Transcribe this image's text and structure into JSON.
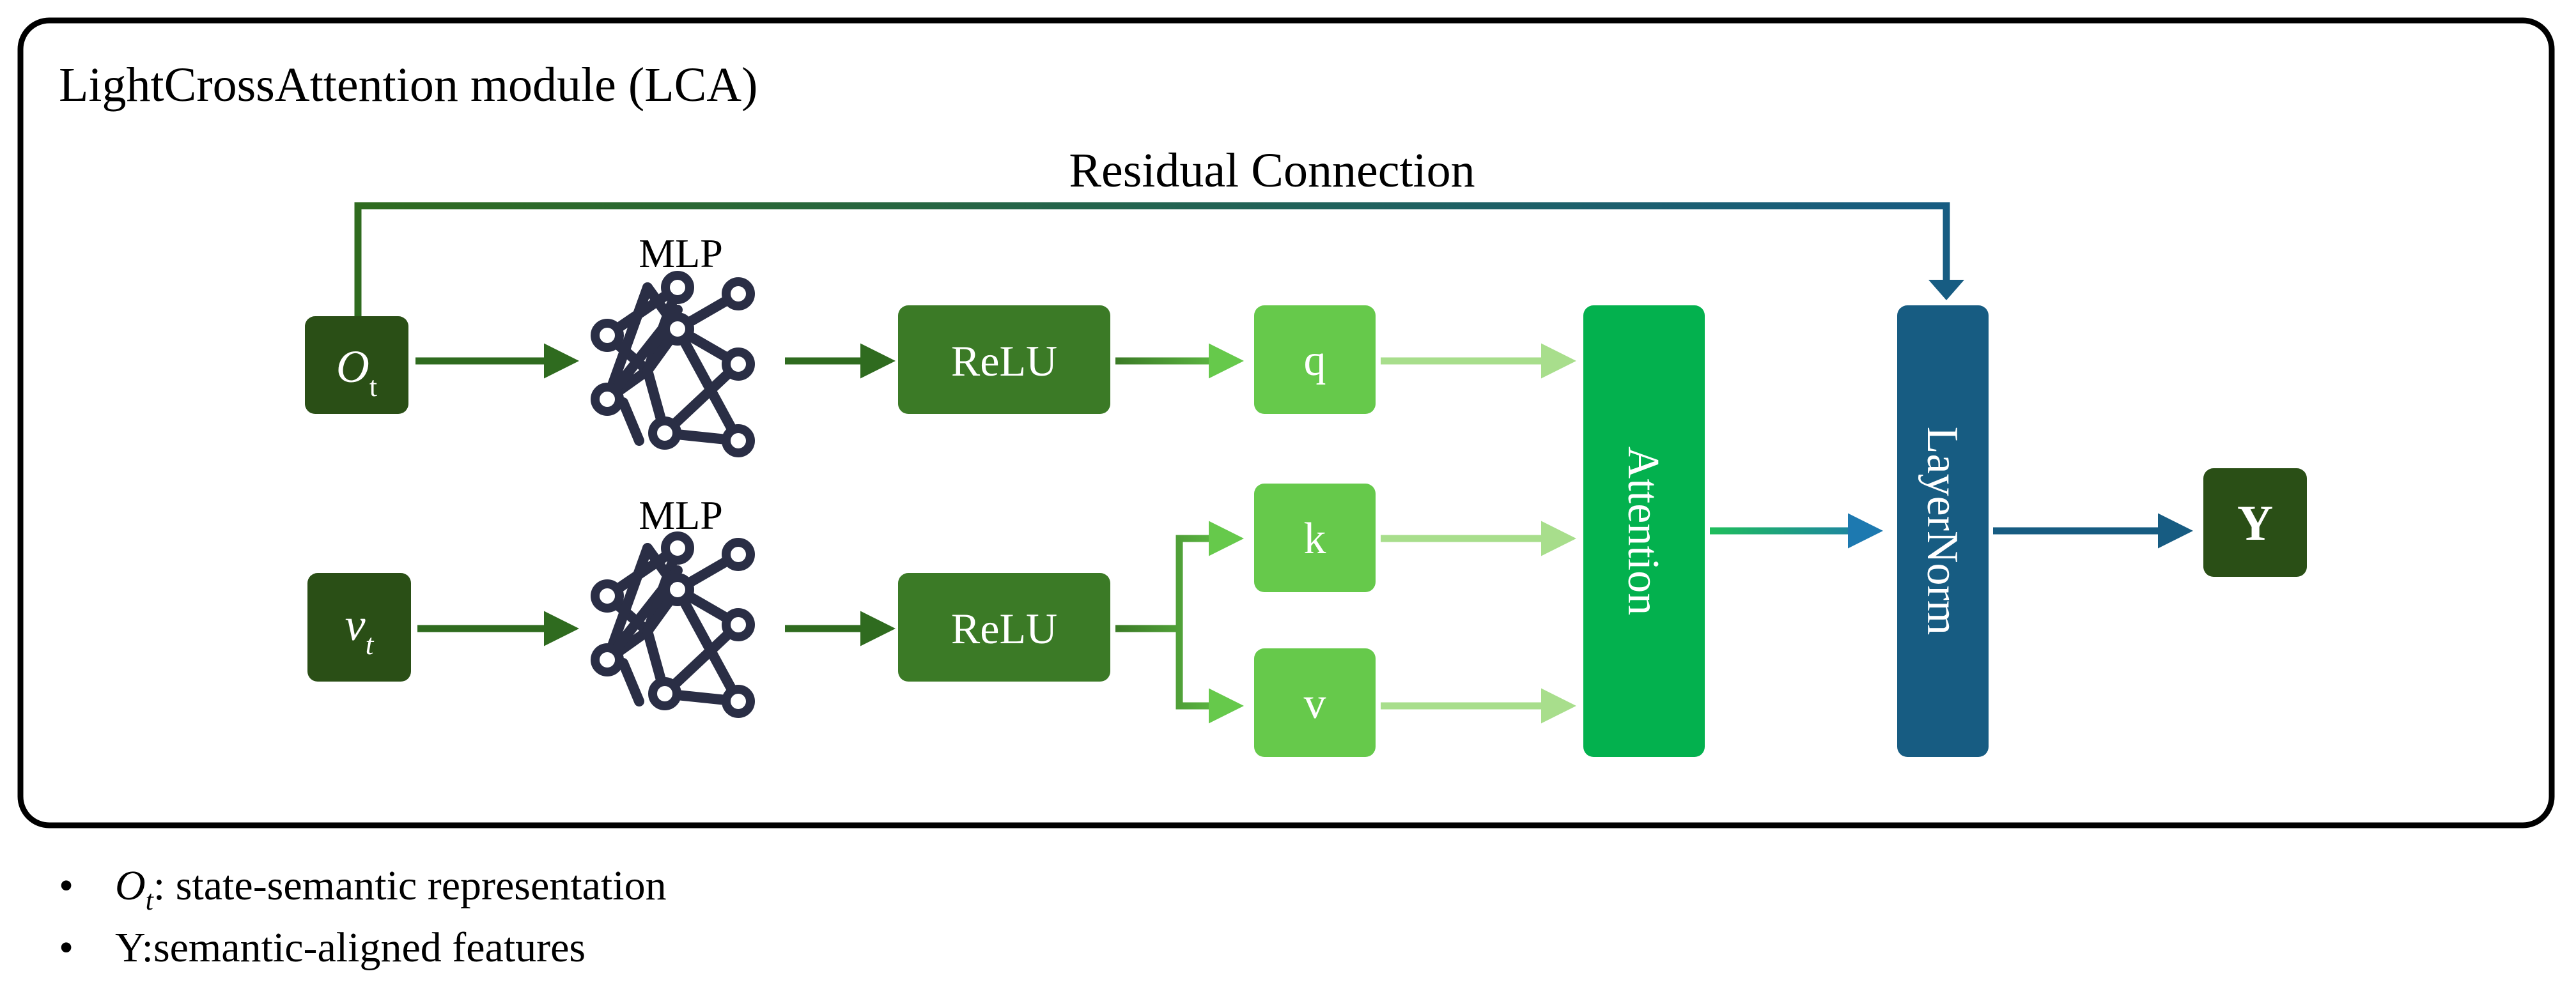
{
  "module_title": "LightCrossAttention module (LCA)",
  "residual_label": "Residual Connection",
  "inputs": {
    "o_t": {
      "symbol": "O",
      "subscript": "t"
    },
    "v_t": {
      "symbol": "v",
      "subscript": "t"
    }
  },
  "mlp_label": "MLP",
  "relu_label": "ReLU",
  "q_label": "q",
  "k_label": "k",
  "v_label": "v",
  "attention_label": "Attention",
  "layernorm_label": "LayerNorm",
  "output_label": "Y",
  "legend": [
    {
      "bullet": "•",
      "symbol": "O",
      "subscript": "t",
      "text": ": state-semantic representation"
    },
    {
      "bullet": "•",
      "text": "Y:semantic-aligned features"
    }
  ],
  "colors": {
    "dark_green": "#2a4f16",
    "mid_green": "#3b7a26",
    "light_green": "#66c94b",
    "attention_green": "#03b14e",
    "layernorm_blue": "#175c82",
    "mlp_icon": "#2a2e45"
  }
}
